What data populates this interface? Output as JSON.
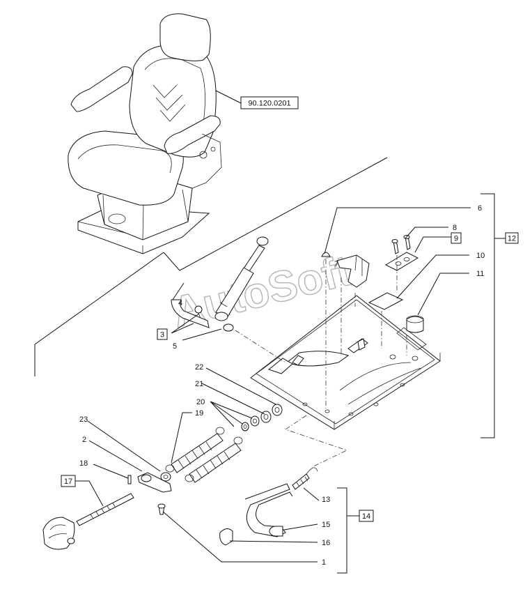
{
  "watermark": "AutoSoft",
  "seat_ref": "90.120.0201",
  "callouts": {
    "c1": "1",
    "c2": "2",
    "c3": "3",
    "c4": "4",
    "c5": "5",
    "c6": "6",
    "c7": "7",
    "c8": "8",
    "c9": "9",
    "c10": "10",
    "c11": "11",
    "c12": "12",
    "c13": "13",
    "c14": "14",
    "c15": "15",
    "c16": "16",
    "c17": "17",
    "c18": "18",
    "c19": "19",
    "c20": "20",
    "c21": "21",
    "c22": "22",
    "c23": "23"
  }
}
